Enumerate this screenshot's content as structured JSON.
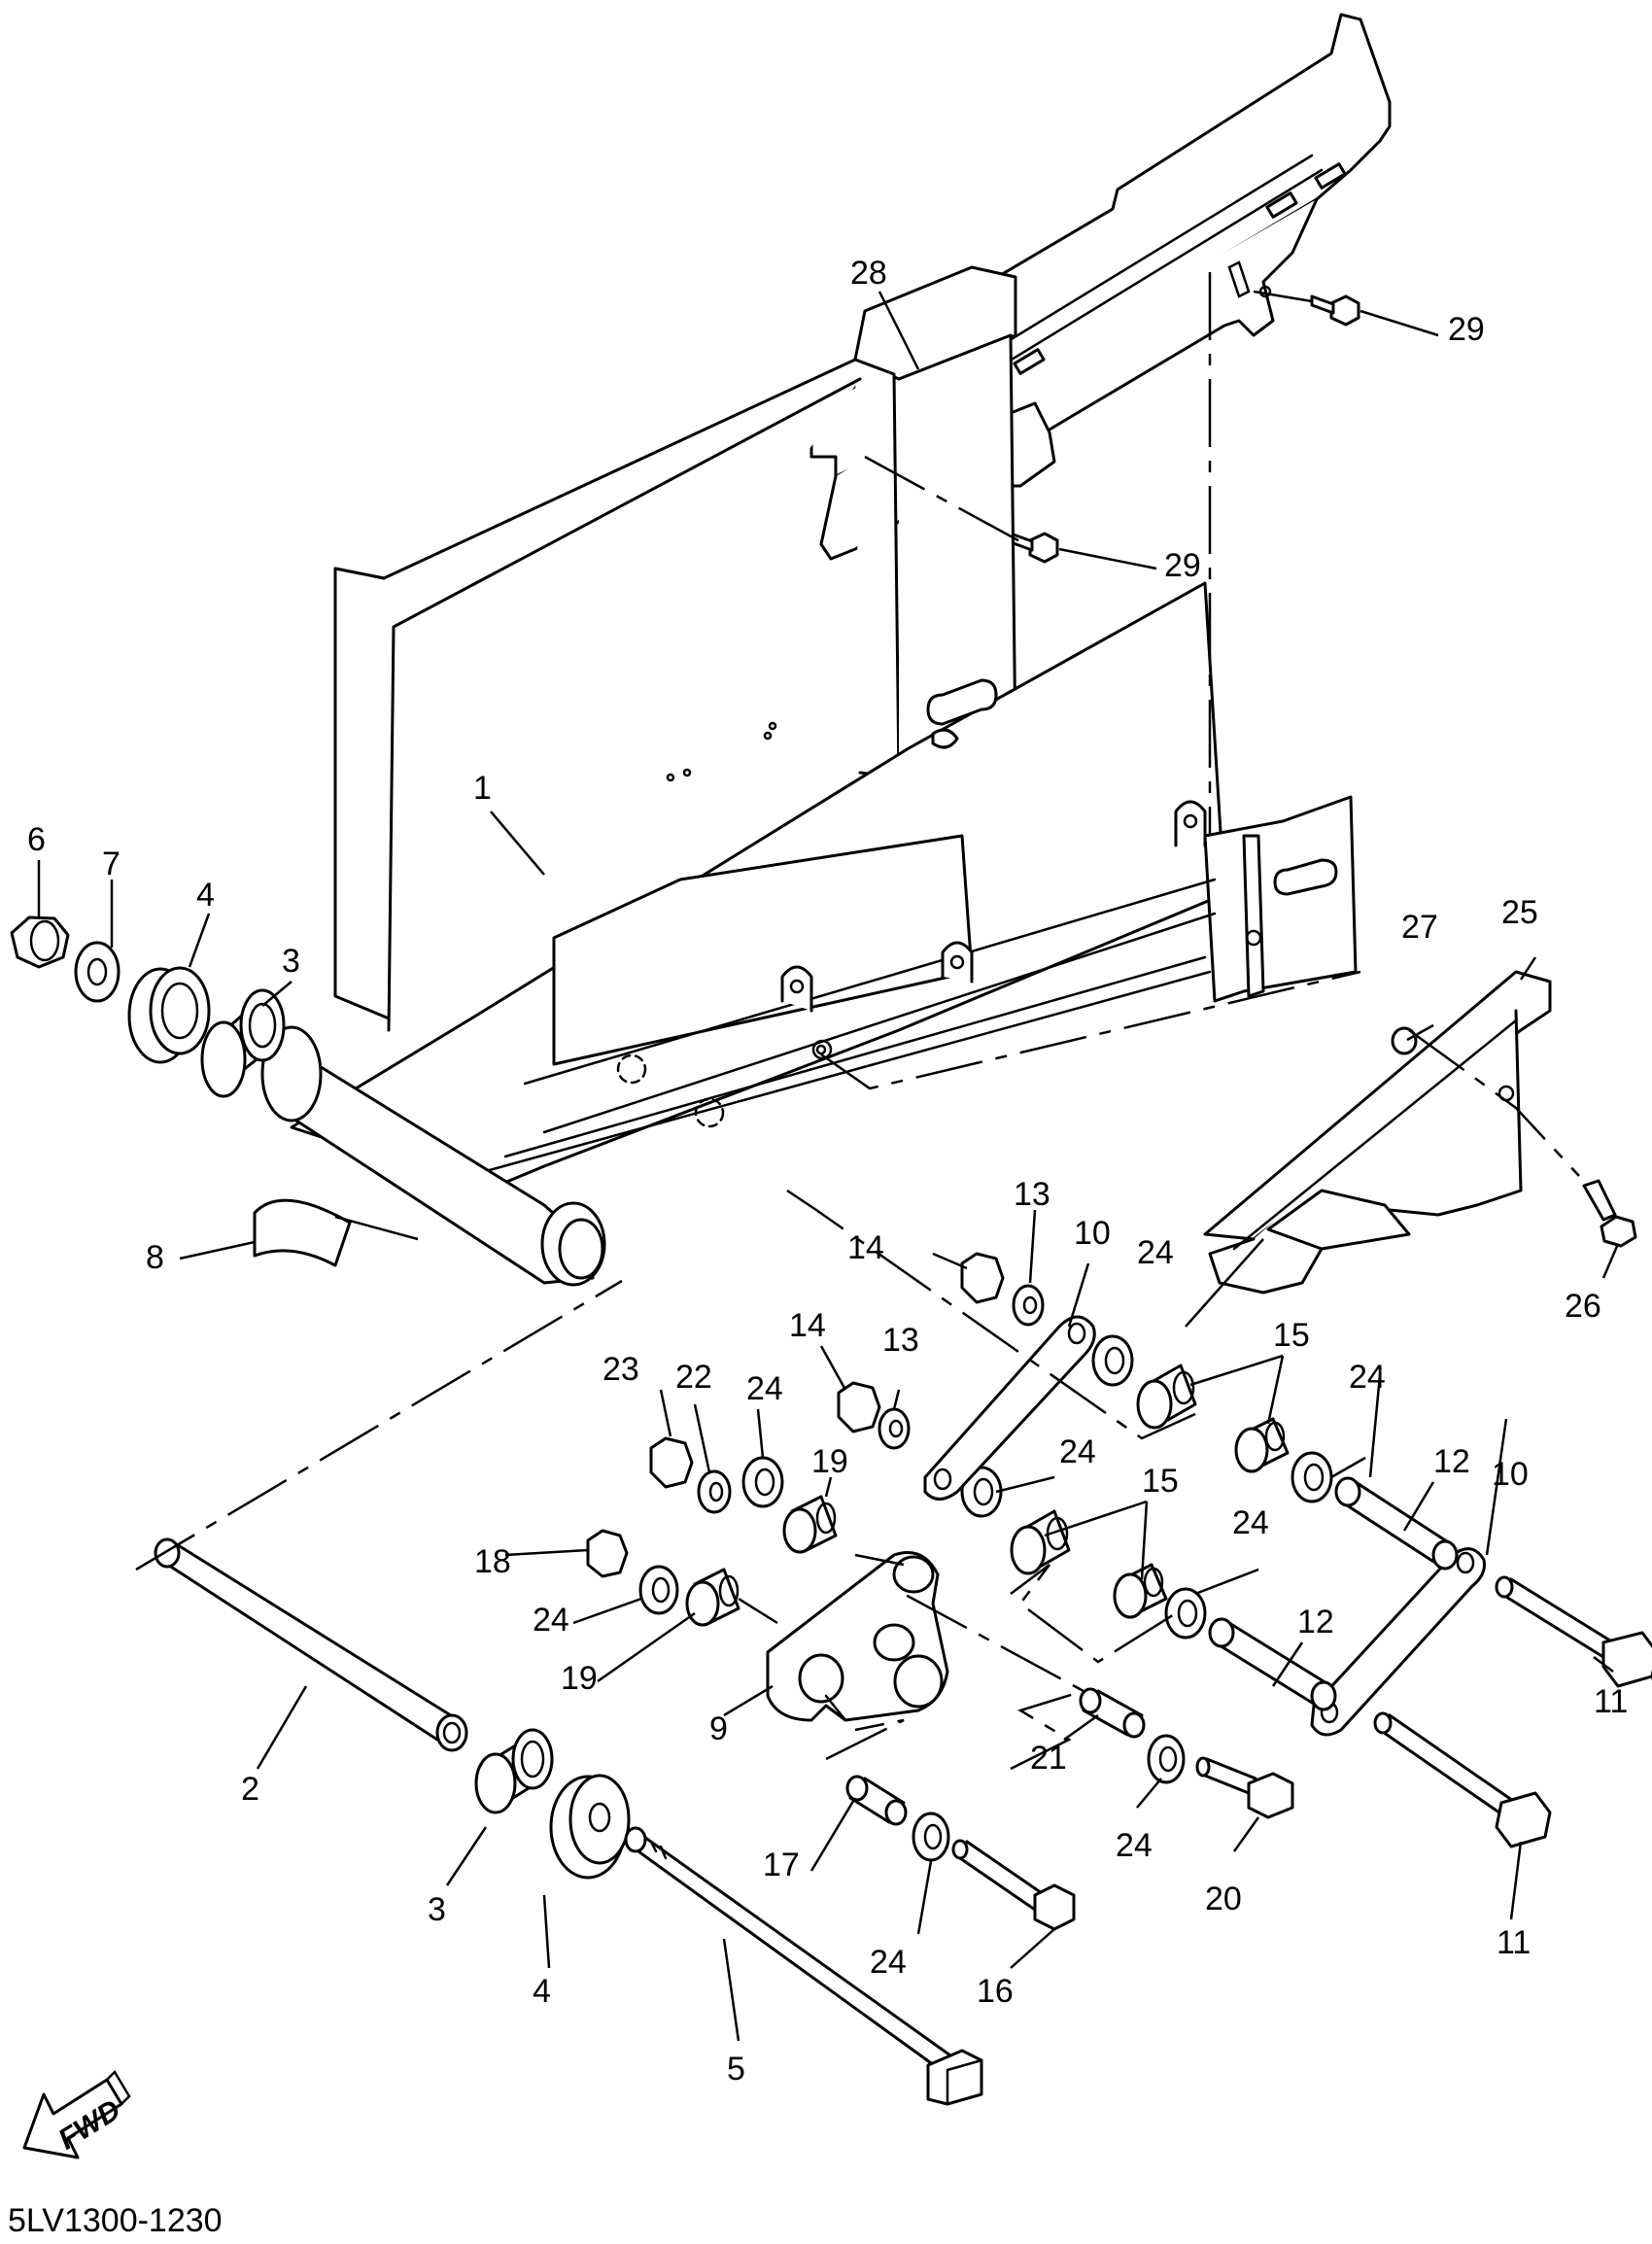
{
  "diagram_code": "5LV1300-1230",
  "direction_badge": "FWD",
  "callouts": {
    "c1": "1",
    "c2": "2",
    "c3a": "3",
    "c3b": "3",
    "c4a": "4",
    "c4b": "4",
    "c5": "5",
    "c6": "6",
    "c7": "7",
    "c8": "8",
    "c9": "9",
    "c10a": "10",
    "c10b": "10",
    "c11a": "11",
    "c11b": "11",
    "c12a": "12",
    "c12b": "12",
    "c13a": "13",
    "c13b": "13",
    "c14a": "14",
    "c14b": "14",
    "c15a": "15",
    "c15b": "15",
    "c16": "16",
    "c17": "17",
    "c18": "18",
    "c19a": "19",
    "c19b": "19",
    "c20": "20",
    "c21": "21",
    "c22": "22",
    "c23": "23",
    "c24a": "24",
    "c24b": "24",
    "c24c": "24",
    "c24d": "24",
    "c24e": "24",
    "c24f": "24",
    "c24g": "24",
    "c24h": "24",
    "c25": "25",
    "c26": "26",
    "c27": "27",
    "c28": "28",
    "c29a": "29",
    "c29b": "29"
  }
}
